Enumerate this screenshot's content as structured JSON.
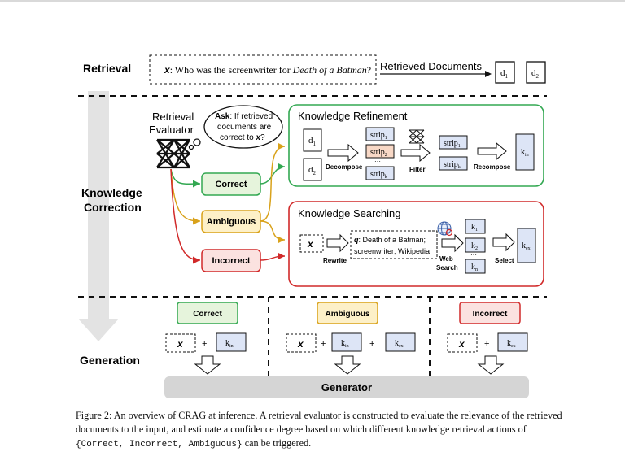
{
  "colors": {
    "correct_border": "#33a852",
    "correct_fill": "#e6f4dc",
    "ambiguous_border": "#d9a21b",
    "ambiguous_fill": "#fdf0c8",
    "incorrect_border": "#d12a2a",
    "incorrect_fill": "#fbe2e0",
    "doc_fill": "#dde5f6",
    "strip_fill": "#f8d8c6",
    "generator_fill": "#d5d5d5"
  },
  "stages": {
    "retrieval": "Retrieval",
    "correction_1": "Knowledge",
    "correction_2": "Correction",
    "generation": "Generation"
  },
  "query": {
    "prefix": "x",
    "text": ": Who was the screenwriter for ",
    "title": "Death of a Batman",
    "suffix": "?"
  },
  "retrieved": {
    "label": "Retrieved Documents",
    "d1": "d",
    "d1_sub": "1",
    "d2": "d",
    "d2_sub": "2"
  },
  "evaluator": {
    "label_1": "Retrieval",
    "label_2": "Evaluator",
    "ask_1": "Ask",
    "ask_1b": ": If retrieved",
    "ask_2": "documents are",
    "ask_3": "correct to ",
    "ask_3b": "x",
    "ask_3c": "?"
  },
  "actions": {
    "correct": "Correct",
    "ambiguous": "Ambiguous",
    "incorrect": "Incorrect"
  },
  "refinement": {
    "title": "Knowledge Refinement",
    "strip1": "strip",
    "strip1_sub": "1",
    "strip2": "strip",
    "strip2_sub": "2",
    "stripk": "strip",
    "stripk_sub": "k",
    "decompose": "Decompose",
    "filter": "Filter",
    "recompose": "Recompose",
    "kin": "k",
    "kin_sub": "in",
    "ellipsis": "···"
  },
  "searching": {
    "title": "Knowledge Searching",
    "q_prefix": "q",
    "q_line1": ": Death of a Batman;",
    "q_line2": "screenwriter; Wikipedia",
    "rewrite": "Rewrite",
    "web_1": "Web",
    "web_2": "Search",
    "select": "Select",
    "k1": "k",
    "k1_sub": "1",
    "k2": "k",
    "k2_sub": "2",
    "kn": "k",
    "kn_sub": "n",
    "kex": "k",
    "kex_sub": "ex",
    "x": "x"
  },
  "generation": {
    "x": "x",
    "plus": "+",
    "kin": "k",
    "kin_sub": "in",
    "kex": "k",
    "kex_sub": "ex",
    "generator": "Generator"
  },
  "caption": {
    "part1": "Figure 2: An overview of CRAG at inference. A retrieval evaluator is constructed to evaluate the relevance of the retrieved documents to the input, and estimate a confidence degree based on which different knowledge retrieval actions of ",
    "code": "{Correct, Incorrect, Ambiguous}",
    "part2": " can be triggered."
  }
}
